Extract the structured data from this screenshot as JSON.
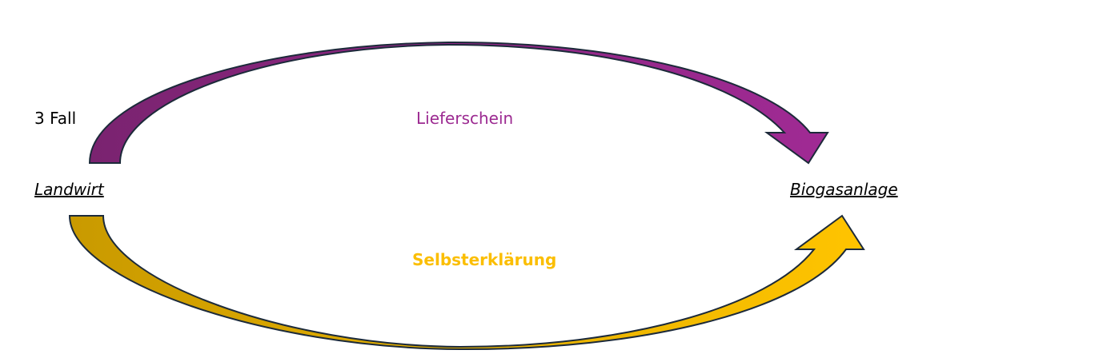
{
  "diagram": {
    "case_label": "3 Fall",
    "source_node": "Landwirt",
    "target_node": "Biogasanlage",
    "flows": {
      "top": {
        "label": "Lieferschein",
        "color": "#9c2a91"
      },
      "bottom": {
        "label": "Selbsterklärung",
        "color": "#fbbe00"
      }
    }
  }
}
